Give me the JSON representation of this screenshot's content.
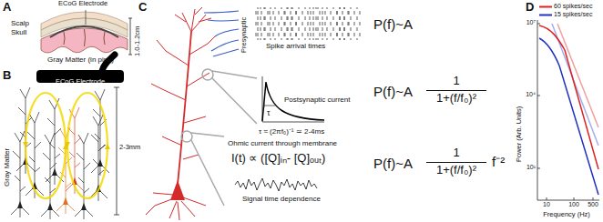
{
  "diagram": {
    "nodes": [
      {
        "text": [
          "ECoG Electrode"
        ]
      }
    ],
    "labels": [
      "A",
      "ECoG Electrode",
      "Scalp",
      "Skull",
      "1.0-1.2cm",
      "Gray Matter (in pink)",
      "B",
      "Gray Matter",
      "2-3mm",
      "C",
      "Presynaptic",
      "Spike arrival times",
      "P(f)~A",
      "Postsynaptic current",
      "τ",
      "τ ≈ (2πf₀)⁻¹ ≃ 2-4ms",
      "P(f)~A",
      "1",
      "1+(f/f₀)²",
      "Ohmic current through membrane",
      "I(t) ∝ ([Q]ᵢₙ- [Q]ₒᵤₜ)",
      "Signal time dependence",
      "P(f)~A",
      "1",
      "1+(f/f₀)²",
      "f⁻²",
      "D",
      "Power (Arb. Units)",
      "Frequency (Hz)",
      "10⁷",
      "10⁴",
      "10¹",
      "10",
      "100",
      "500"
    ],
    "legend": [
      {
        "text": "60 spikes/sec"
      },
      {
        "text": "15 spikes/sec"
      }
    ]
  }
}
